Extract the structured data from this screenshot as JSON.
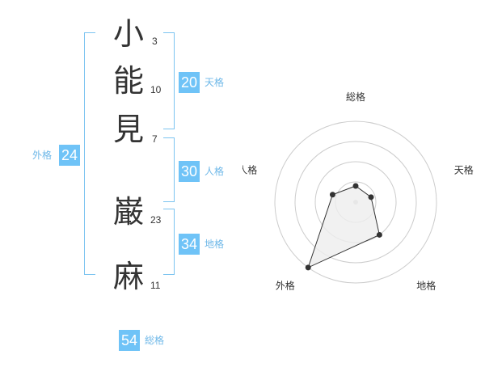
{
  "name": [
    {
      "char": "小",
      "strokes": "3"
    },
    {
      "char": "能",
      "strokes": "10"
    },
    {
      "char": "見",
      "strokes": "7"
    },
    {
      "char": "巌",
      "strokes": "23"
    },
    {
      "char": "麻",
      "strokes": "11"
    }
  ],
  "kaku": {
    "tenkaku": {
      "value": "20",
      "label": "天格"
    },
    "jinkaku": {
      "value": "30",
      "label": "人格"
    },
    "chikaku": {
      "value": "34",
      "label": "地格"
    },
    "gaikaku": {
      "value": "24",
      "label": "外格"
    },
    "soukaku": {
      "value": "54",
      "label": "総格"
    }
  },
  "chart_data": {
    "type": "radar",
    "axes": [
      "総格",
      "天格",
      "地格",
      "外格",
      "人格"
    ],
    "values": [
      0.2,
      0.2,
      0.5,
      1.0,
      0.3
    ],
    "range": [
      0,
      1
    ],
    "rings": 4,
    "colors": {
      "ring": "#cccccc",
      "line": "#333333",
      "fill": "#eeeeee",
      "point": "#333333",
      "center": "#cccccc"
    }
  },
  "colors": {
    "accent": "#6fc3f7",
    "bracket": "#7cc4f0"
  }
}
